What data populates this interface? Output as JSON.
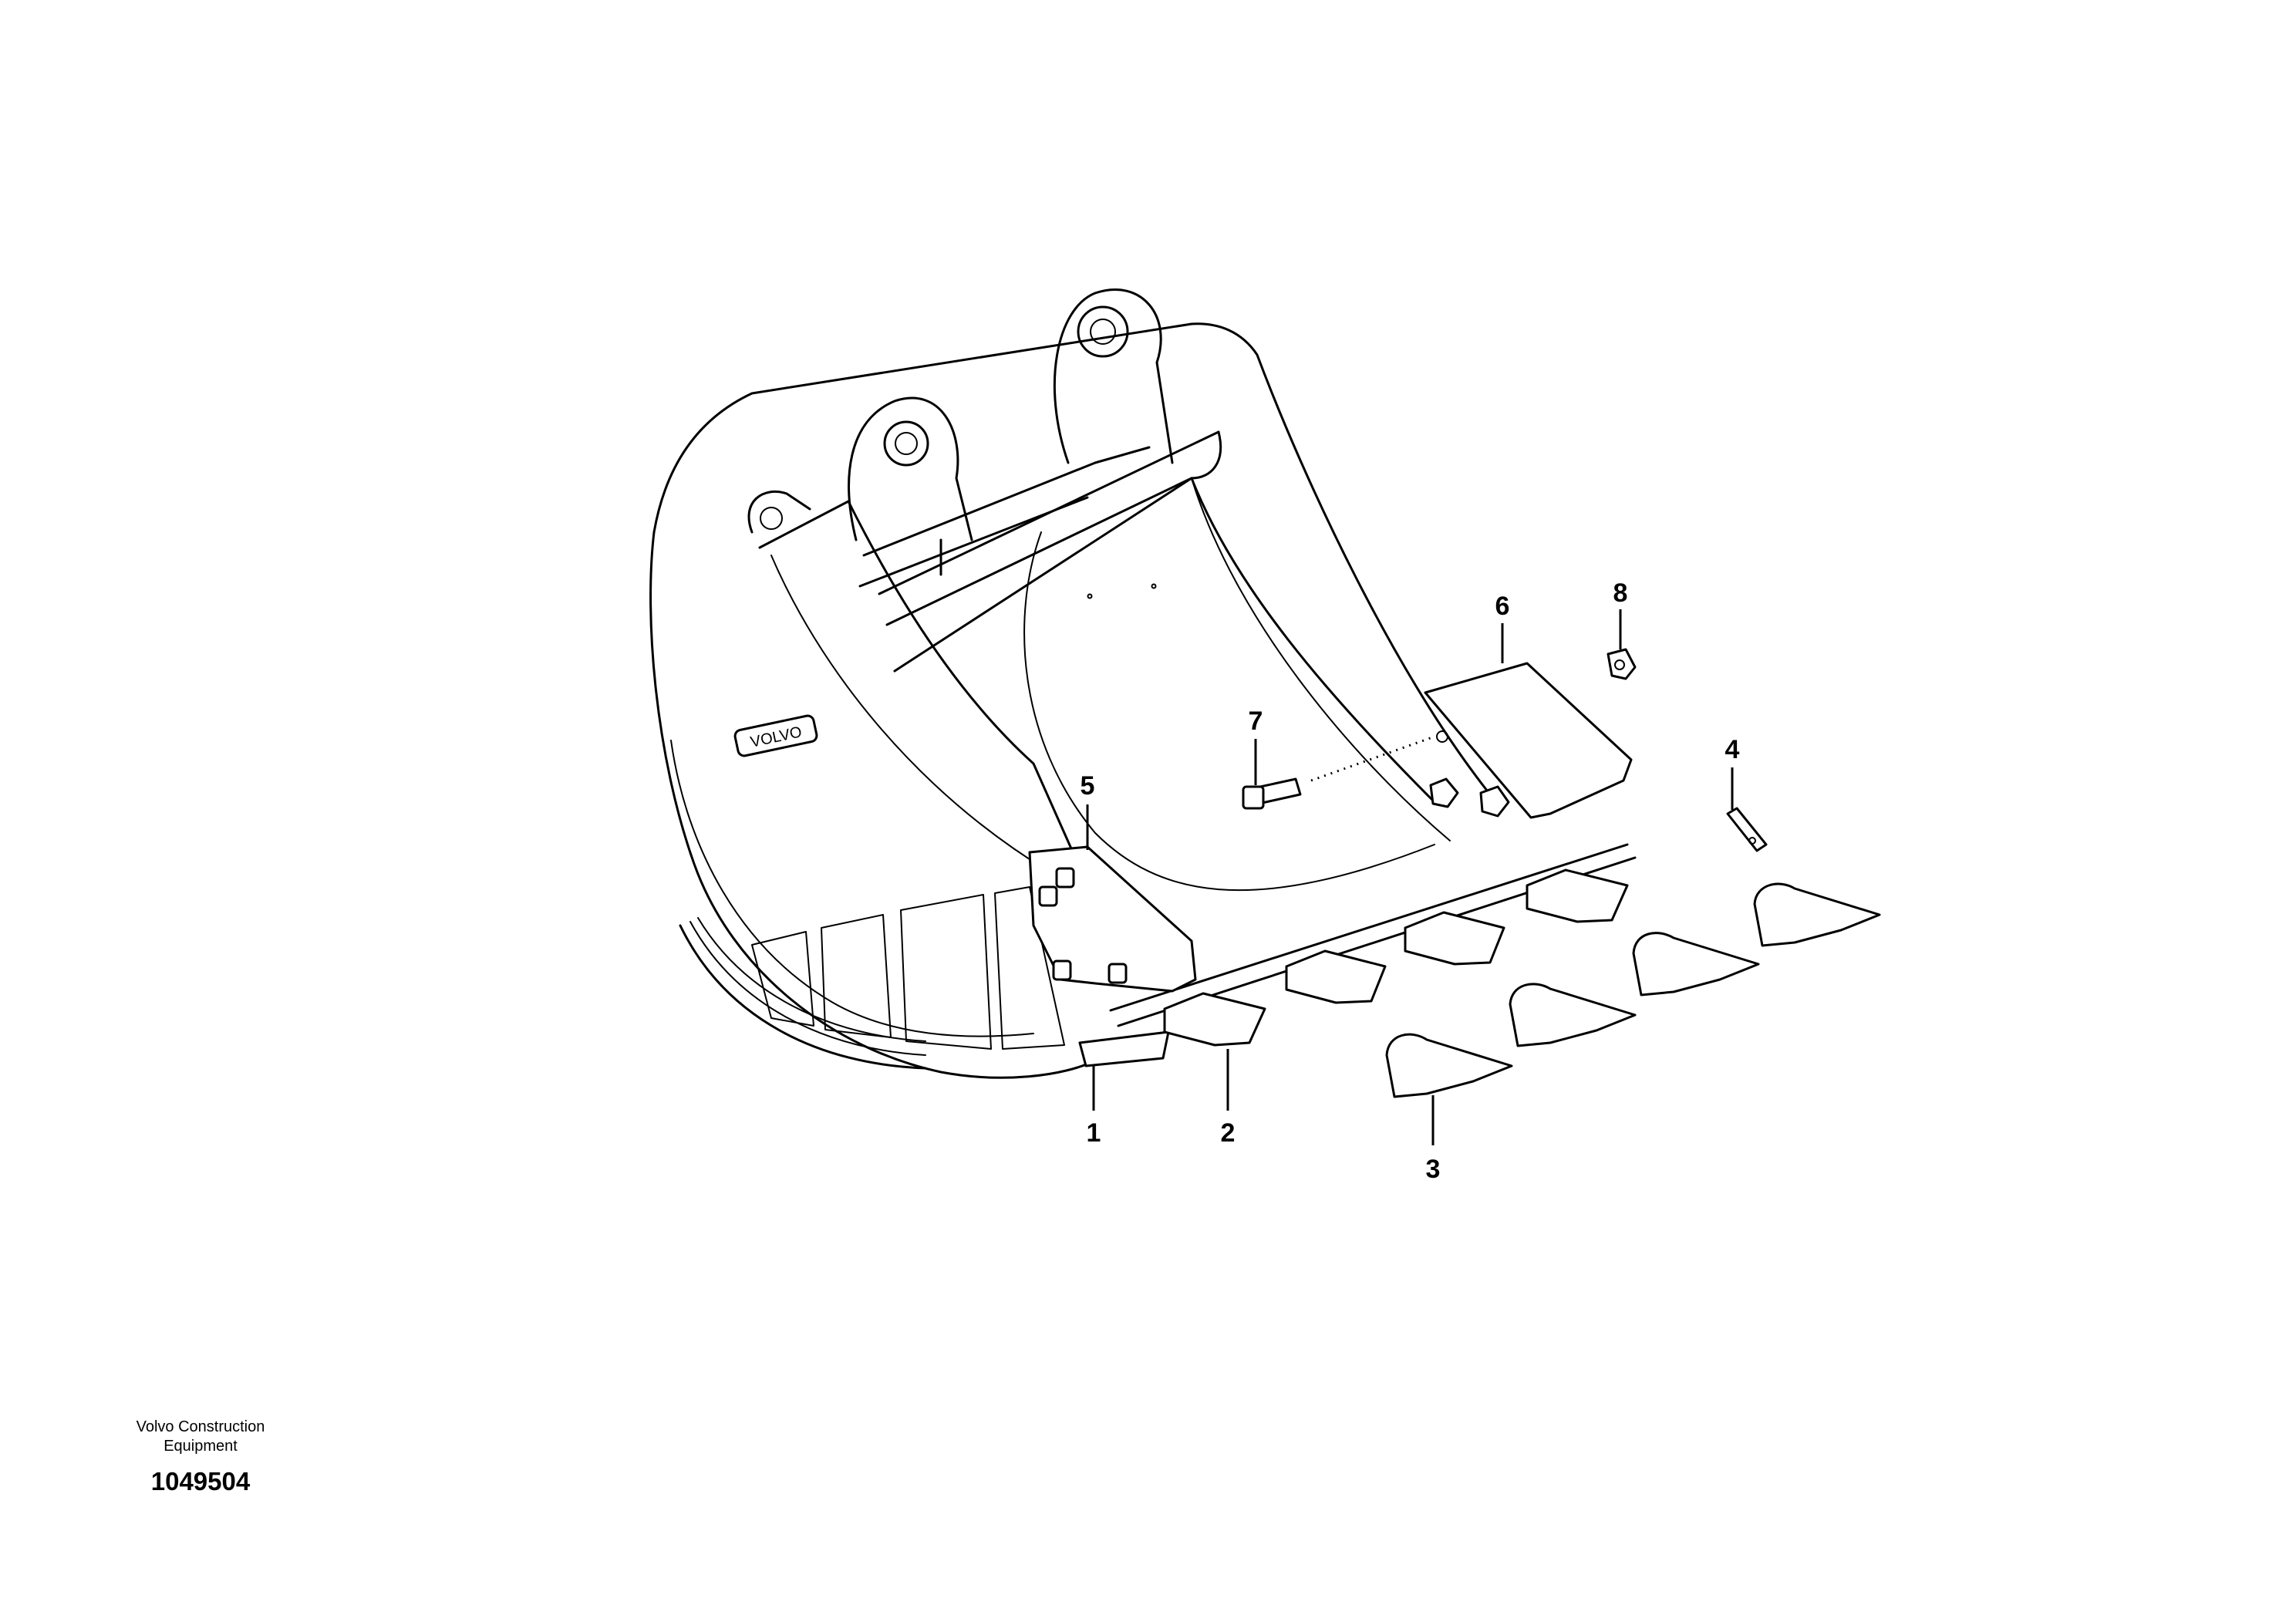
{
  "diagram": {
    "brand_plate": "VOLVO",
    "callouts": [
      {
        "id": "1",
        "label": "1"
      },
      {
        "id": "2",
        "label": "2"
      },
      {
        "id": "3",
        "label": "3"
      },
      {
        "id": "4",
        "label": "4"
      },
      {
        "id": "5",
        "label": "5"
      },
      {
        "id": "6",
        "label": "6"
      },
      {
        "id": "7",
        "label": "7"
      },
      {
        "id": "8",
        "label": "8"
      }
    ]
  },
  "footer": {
    "maker": "Volvo Construction Equipment",
    "illustration_number": "1049504"
  }
}
